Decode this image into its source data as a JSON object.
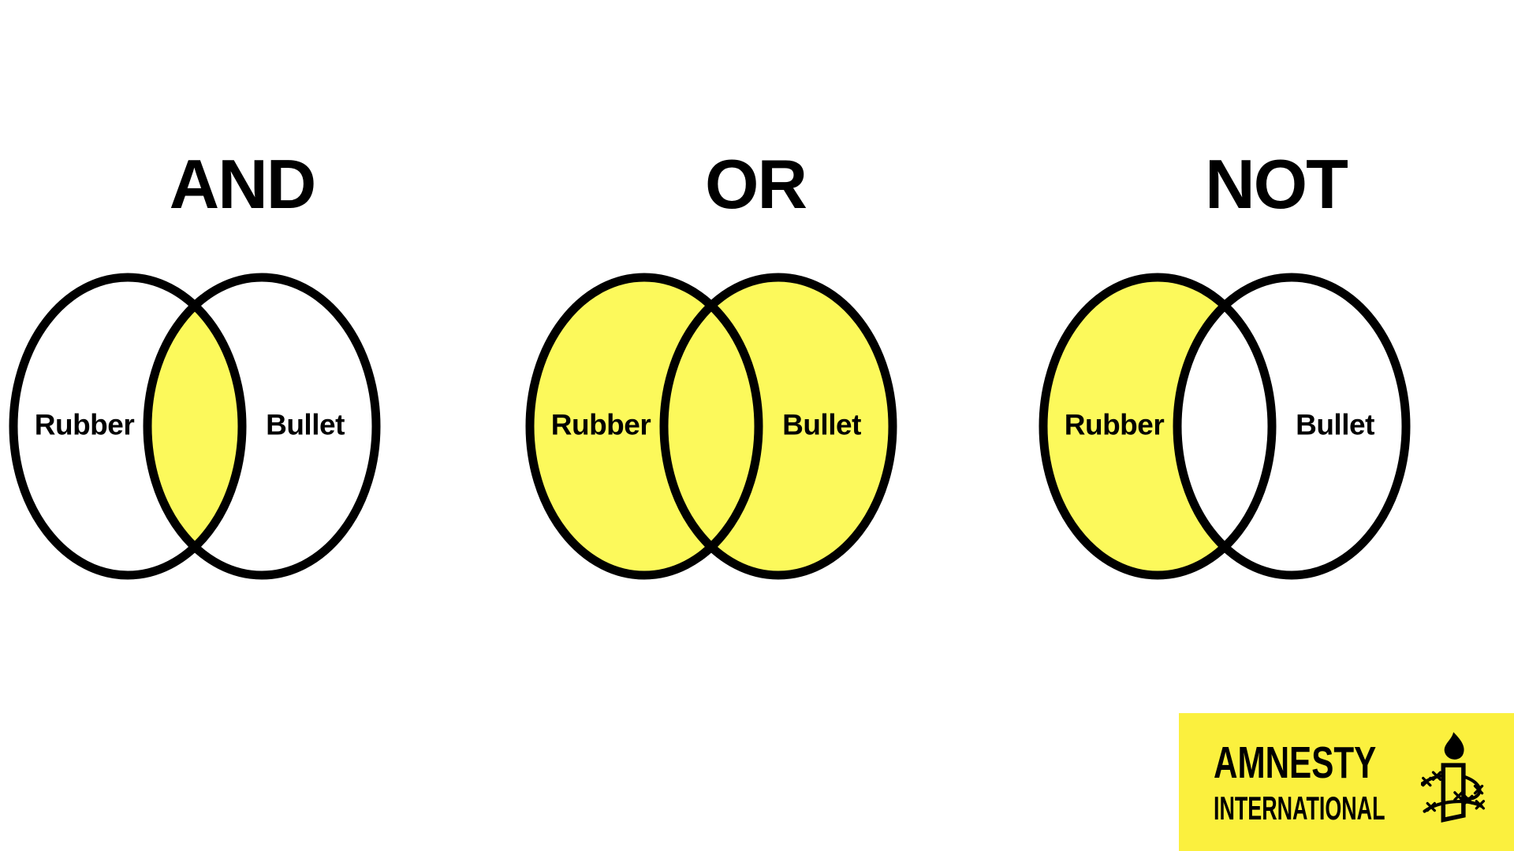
{
  "colors": {
    "page_bg": "#FFFFFF",
    "stroke": "#000000",
    "venn_fill": "#FCF95B",
    "logo_bg": "#FBF03E"
  },
  "panels": [
    {
      "id": "and",
      "title": "AND",
      "left_label": "Rubber",
      "right_label": "Bullet",
      "highlight": "intersection"
    },
    {
      "id": "or",
      "title": "OR",
      "left_label": "Rubber",
      "right_label": "Bullet",
      "highlight": "union"
    },
    {
      "id": "not",
      "title": "NOT",
      "left_label": "Rubber",
      "right_label": "Bullet",
      "highlight": "left-only"
    }
  ],
  "logo": {
    "line1": "AMNESTY",
    "line2": "INTERNATIONAL",
    "icon": "candle-barbed-wire-icon"
  }
}
